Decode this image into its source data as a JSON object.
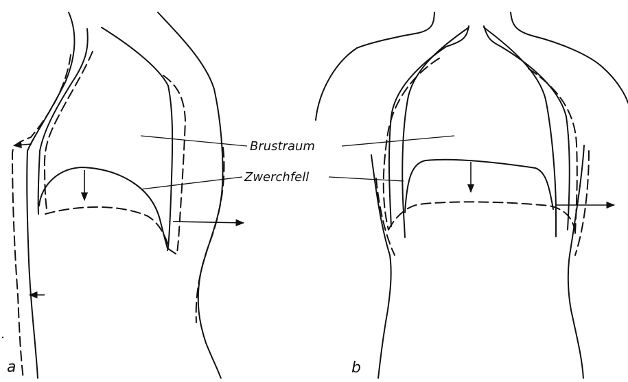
{
  "labels": {
    "chest": "Brustraum",
    "diaphragm": "Zwerchfell"
  },
  "panels": {
    "a": "a",
    "b": "b"
  }
}
